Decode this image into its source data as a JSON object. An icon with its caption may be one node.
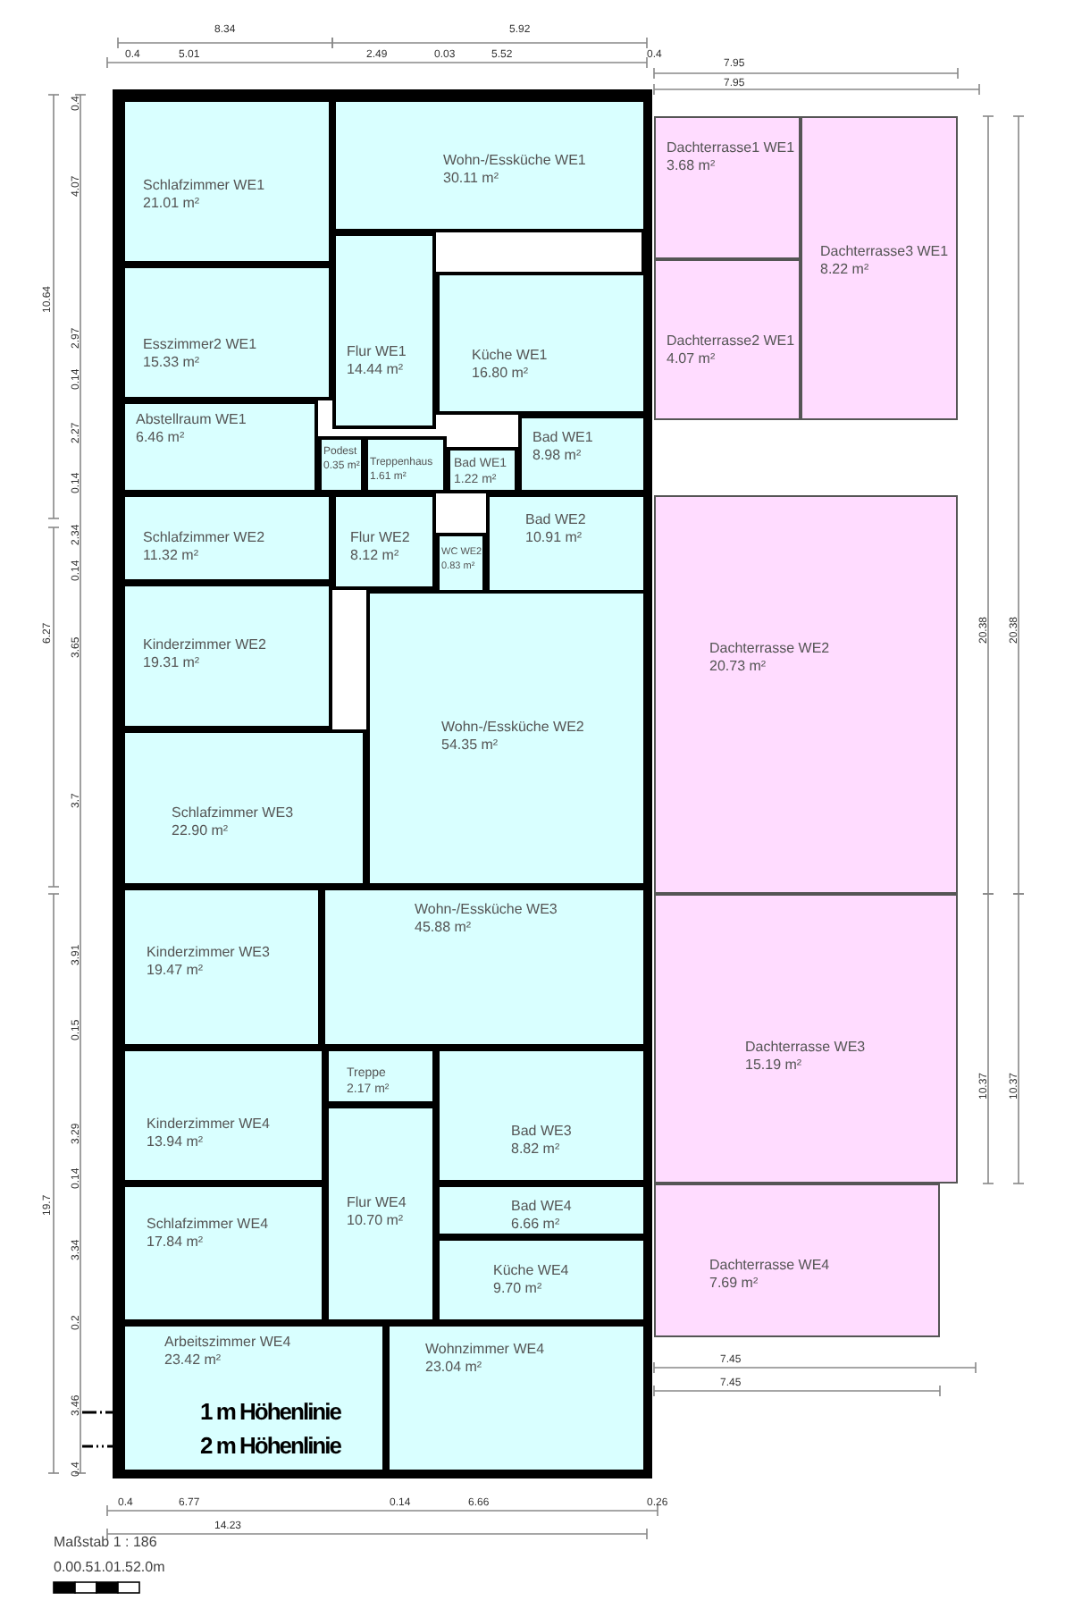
{
  "diagram": {
    "nodes": [
      {
        "text": [
          "Schlafzimmer WE1",
          "21.01 m²"
        ]
      },
      {
        "text": [
          "Wohn-/Essküche WE1",
          "30.11 m²"
        ]
      },
      {
        "text": [
          "Esszimmer2 WE1",
          "15.33 m²"
        ]
      },
      {
        "text": [
          "Flur WE1",
          "14.44 m²"
        ]
      },
      {
        "text": [
          "Küche WE1",
          "16.80 m²"
        ]
      },
      {
        "text": [
          "Abstellraum WE1",
          "6.46 m²"
        ]
      },
      {
        "text": [
          "Podest",
          "0.35 m²"
        ]
      },
      {
        "text": [
          "Treppenhaus",
          "1.61 m²"
        ]
      },
      {
        "text": [
          "Bad WE1",
          "8.98 m²"
        ]
      },
      {
        "text": [
          "Bad WE1",
          "1.22 m²"
        ]
      },
      {
        "text": [
          "Schlafzimmer WE2",
          "11.32 m²"
        ]
      },
      {
        "text": [
          "Flur WE2",
          "8.12 m²"
        ]
      },
      {
        "text": [
          "WC WE2",
          "0.83 m²"
        ]
      },
      {
        "text": [
          "Bad WE2",
          "10.91 m²"
        ]
      },
      {
        "text": [
          "Kinderzimmer WE2",
          "19.31 m²"
        ]
      },
      {
        "text": [
          "Wohn-/Essküche WE2",
          "54.35 m²"
        ]
      },
      {
        "text": [
          "Schlafzimmer WE3",
          "22.90 m²"
        ]
      },
      {
        "text": [
          "Kinderzimmer WE3",
          "19.47 m²"
        ]
      },
      {
        "text": [
          "Wohn-/Essküche WE3",
          "45.88 m²"
        ]
      },
      {
        "text": [
          "Treppe",
          "2.17 m²"
        ]
      },
      {
        "text": [
          "Kinderzimmer WE4",
          "13.94 m²"
        ]
      },
      {
        "text": [
          "Bad WE3",
          "8.82 m²"
        ]
      },
      {
        "text": [
          "Schlafzimmer WE4",
          "17.84 m²"
        ]
      },
      {
        "text": [
          "Flur WE4",
          "10.70 m²"
        ]
      },
      {
        "text": [
          "Bad WE4",
          "6.66 m²"
        ]
      },
      {
        "text": [
          "Küche WE4",
          "9.70 m²"
        ]
      },
      {
        "text": [
          "Arbeitszimmer WE4",
          "23.42 m²"
        ]
      },
      {
        "text": [
          "Wohnzimmer WE4",
          "23.04 m²"
        ]
      },
      {
        "text": [
          "Dachterrasse1 WE1",
          "3.68 m²"
        ]
      },
      {
        "text": [
          "Dachterrasse3 WE1",
          "8.22 m²"
        ]
      },
      {
        "text": [
          "Dachterrasse2 WE1",
          "4.07 m²"
        ]
      },
      {
        "text": [
          "Dachterrasse WE2",
          "20.73 m²"
        ]
      },
      {
        "text": [
          "Dachterrasse WE3",
          "15.19 m²"
        ]
      },
      {
        "text": [
          "Dachterrasse WE4",
          "7.69 m²"
        ]
      }
    ],
    "labels": [
      "8.34",
      "5.92",
      "0.4",
      "5.01",
      "2.49",
      "0.03",
      "5.52",
      "0.4",
      "7.95",
      "7.95",
      "0.4",
      "4.07",
      "10.64",
      "2.97",
      "0.14",
      "2.27",
      "0.14",
      "2.34",
      "0.14",
      "6.27",
      "3.65",
      "3.7",
      "3.91",
      "0.15",
      "3.29",
      "0.14",
      "3.34",
      "19.7",
      "0.2",
      "3.46",
      "0.4",
      "20.38",
      "20.38",
      "10.37",
      "10.37",
      "7.45",
      "7.45",
      "0.4",
      "6.77",
      "0.14",
      "6.66",
      "0.26",
      "14.23",
      "Maßstab 1 : 186",
      "0.00.51.01.52.0m"
    ],
    "legend": [
      {
        "text": "1 m Höhenlinie"
      },
      {
        "text": "2 m Höhenlinie"
      }
    ]
  }
}
